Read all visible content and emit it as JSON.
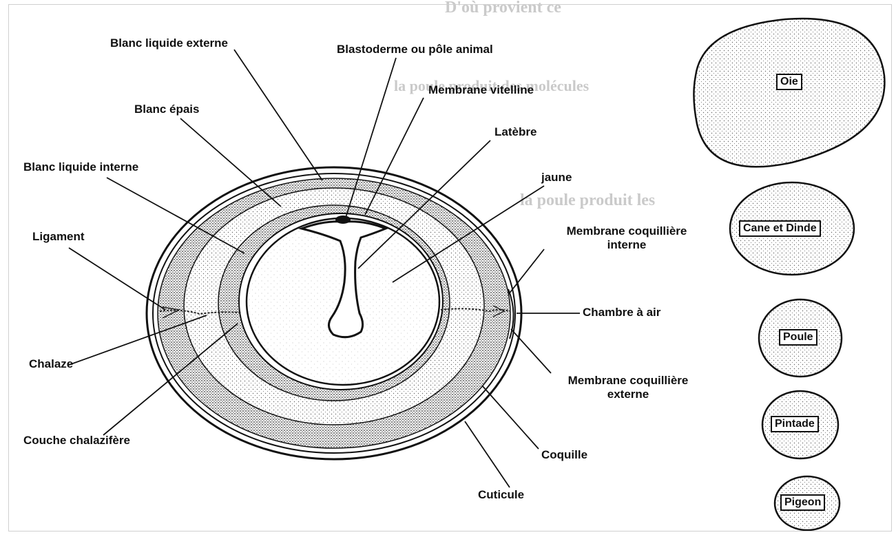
{
  "labels": {
    "blanc_liquide_externe": "Blanc liquide externe",
    "blastoderme": "Blastoderme ou pôle animal",
    "membrane_vitelline": "Membrane vitelline",
    "blanc_epais": "Blanc épais",
    "latebre": "Latèbre",
    "blanc_liquide_interne": "Blanc liquide interne",
    "jaune": "jaune",
    "ligament": "Ligament",
    "membrane_coquilliere_interne_1": "Membrane coquillière",
    "membrane_coquilliere_interne_2": "interne",
    "chambre_a_air": "Chambre à air",
    "chalaze": "Chalaze",
    "membrane_coquilliere_externe_1": "Membrane coquillière",
    "membrane_coquilliere_externe_2": "externe",
    "couche_chalazifere": "Couche chalazifère",
    "coquille": "Coquille",
    "cuticule": "Cuticule"
  },
  "eggs": [
    {
      "name": "Oie"
    },
    {
      "name": "Cane et Dinde"
    },
    {
      "name": "Poule"
    },
    {
      "name": "Pintade"
    },
    {
      "name": "Pigeon"
    }
  ],
  "background_text": {
    "line1": "D'où provient ce",
    "line2": "la poule produit des molécules",
    "line3": "la poule produit les"
  },
  "colors": {
    "ink": "#111111",
    "stipple_dark": "#555555",
    "stipple_light": "#999999",
    "paper": "#ffffff"
  }
}
